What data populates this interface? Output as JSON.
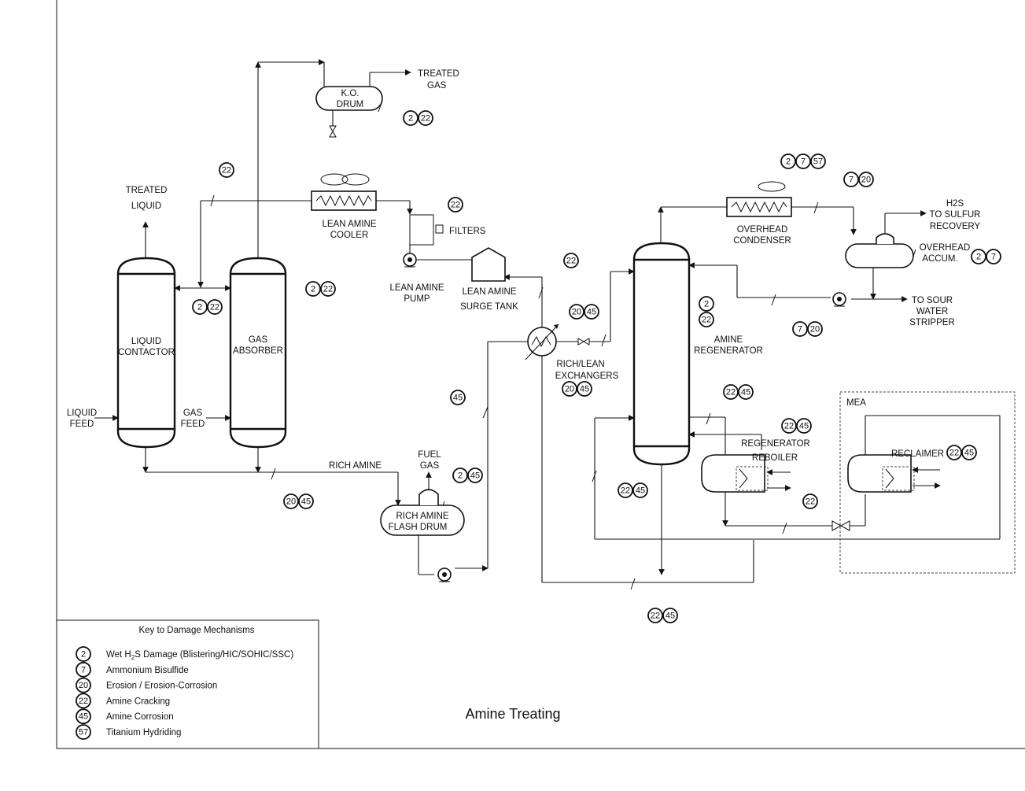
{
  "title": "Amine Treating",
  "labels": {
    "treated_gas": [
      "TREATED",
      "GAS"
    ],
    "ko_drum": [
      "K.O.",
      "DRUM"
    ],
    "treated_liquid": [
      "TREATED",
      "LIQUID"
    ],
    "liquid_contactor": [
      "LIQUID",
      "CONTACTOR"
    ],
    "gas_absorber": [
      "GAS",
      "ABSORBER"
    ],
    "liquid_feed": [
      "LIQUID",
      "FEED"
    ],
    "gas_feed": [
      "GAS",
      "FEED"
    ],
    "lean_amine_cooler": [
      "LEAN AMINE",
      "COOLER"
    ],
    "filters": "FILTERS",
    "lean_amine_pump": [
      "LEAN AMINE",
      "PUMP"
    ],
    "lean_amine_surge_tank": [
      "LEAN AMINE",
      "SURGE TANK"
    ],
    "rich_amine": "RICH AMINE",
    "fuel_gas": [
      "FUEL",
      "GAS"
    ],
    "rich_amine_flash_drum": [
      "RICH AMINE",
      "FLASH DRUM"
    ],
    "rich_lean_exchangers": [
      "RICH/LEAN",
      "EXCHANGERS"
    ],
    "overhead_condenser": [
      "OVERHEAD",
      "CONDENSER"
    ],
    "h2s_to_sulfur": [
      "H2S",
      "TO SULFUR",
      "RECOVERY"
    ],
    "overhead_accum": [
      "OVERHEAD",
      "ACCUM."
    ],
    "to_sour_water": [
      "TO SOUR",
      "WATER",
      "STRIPPER"
    ],
    "amine_regenerator": [
      "AMINE",
      "REGENERATOR"
    ],
    "regenerator_reboiler": [
      "REGENERATOR",
      "REBOILER"
    ],
    "mea": "MEA",
    "reclaimer": "RECLAIMER"
  },
  "key": {
    "title": "Key to Damage Mechanisms",
    "items": [
      {
        "code": "2",
        "pre": "Wet H",
        "sub": "2",
        "post": "S Damage (Blistering/HIC/SOHIC/SSC)"
      },
      {
        "code": "7",
        "pre": "Ammonium Bisulfide",
        "sub": "",
        "post": ""
      },
      {
        "code": "20",
        "pre": "Erosion / Erosion-Corrosion",
        "sub": "",
        "post": ""
      },
      {
        "code": "22",
        "pre": "Amine Cracking",
        "sub": "",
        "post": ""
      },
      {
        "code": "45",
        "pre": "Amine Corrosion",
        "sub": "",
        "post": ""
      },
      {
        "code": "57",
        "pre": "Titanium Hydriding",
        "sub": "",
        "post": ""
      }
    ]
  },
  "badges": {
    "ko_drum": [
      "2",
      "22"
    ],
    "cooler_line": [
      "22"
    ],
    "filters": [
      "22"
    ],
    "contactor": [
      "2",
      "22"
    ],
    "absorber": [
      "2",
      "22"
    ],
    "surge_line": [
      "22"
    ],
    "exch_hot": [
      "20",
      "45"
    ],
    "exchangers": [
      "20",
      "45"
    ],
    "rich_riser": [
      "45"
    ],
    "rich_amine_line": [
      "20",
      "45"
    ],
    "flash_drum": [
      "2",
      "45"
    ],
    "condenser": [
      "2",
      "7",
      "57"
    ],
    "condenser_out": [
      "7",
      "20"
    ],
    "accumulator": [
      "2",
      "7"
    ],
    "reflux": [
      "7",
      "20"
    ],
    "regenerator_top": [
      "2"
    ],
    "regenerator_mid": [
      "22"
    ],
    "regenerator_bottom": [
      "22",
      "45"
    ],
    "reboiler": [
      "22",
      "45"
    ],
    "bottoms_left": [
      "22",
      "45"
    ],
    "reclaimer": [
      "22",
      "45"
    ],
    "reboiler_out": [
      "22"
    ],
    "lean_return": [
      "22",
      "45"
    ]
  }
}
